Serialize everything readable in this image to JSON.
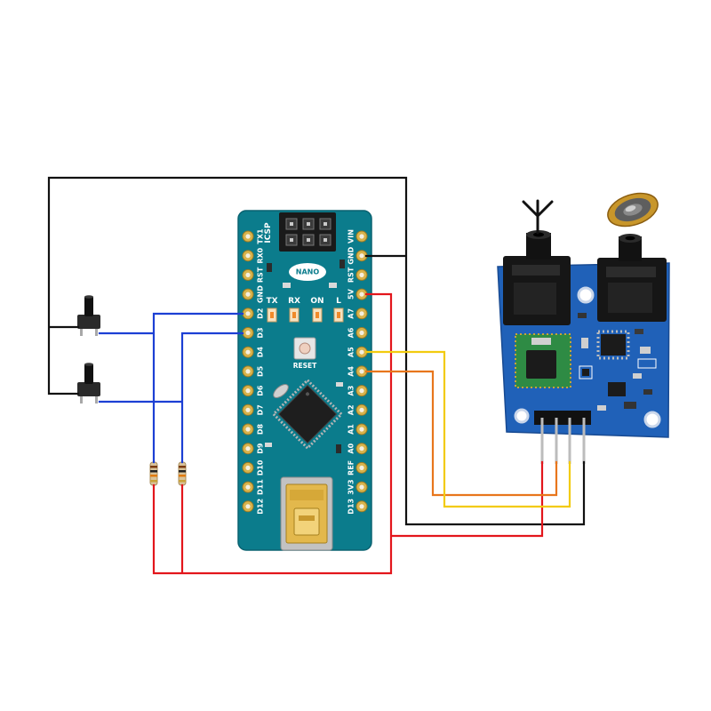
{
  "board": {
    "icsp_label": "ICSP",
    "name_label": "NANO",
    "led_labels": [
      "TX",
      "RX",
      "ON",
      "L"
    ],
    "reset_label": "RESET",
    "left_pins": [
      "TX1",
      "RX0",
      "RST",
      "GND",
      "D2",
      "D3",
      "D4",
      "D5",
      "D6",
      "D7",
      "D8",
      "D9",
      "D10",
      "D11",
      "D12"
    ],
    "right_pins": [
      "VIN",
      "GND",
      "RST",
      "5V",
      "A7",
      "A6",
      "A5",
      "A4",
      "A3",
      "A2",
      "A1",
      "A0",
      "REF",
      "3V3",
      "D13"
    ]
  },
  "colors": {
    "board": "#0b7c8c",
    "module": "#2061b8",
    "wire_black": "#111111",
    "wire_blue": "#1c3fd4",
    "wire_red": "#e3161c",
    "wire_yellow": "#f2cb0f",
    "wire_orange": "#e8761c"
  },
  "icons": {
    "antenna": "antenna-icon",
    "speaker": "speaker-icon"
  }
}
